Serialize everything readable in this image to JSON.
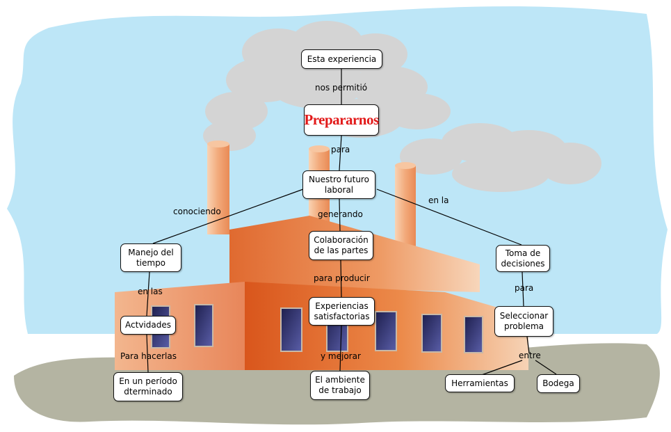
{
  "concept_map": {
    "nodes": {
      "esta_experiencia": "Esta experiencia",
      "prepararnos": "Prepararnos",
      "nuestro_futuro": "Nuestro futuro\nlaboral",
      "manejo_tiempo": "Manejo del\ntiempo",
      "colaboracion": "Colaboración\nde las partes",
      "toma_decisiones": "Toma de\ndecisiones",
      "actividades": "Actvidades",
      "experiencias": "Experiencias\nsatisfactorias",
      "seleccionar": "Seleccionar\nproblema",
      "periodo": "En un período\ndterminado",
      "ambiente": "El ambiente\nde trabajo",
      "herramientas": "Herramientas",
      "bodega": "Bodega"
    },
    "links": {
      "nos_permitio": "nos permitió",
      "para_1": "para",
      "conociendo": "conociendo",
      "generando": "generando",
      "en_la": "en la",
      "en_las": "en las",
      "para_producir": "para producir",
      "para_2": "para",
      "para_hacerlas": "Para hacerlas",
      "y_mejorar": "y mejorar",
      "entre": "entre"
    }
  },
  "colors": {
    "sky": "#bde6f7",
    "smoke": "#d4d4d4",
    "factory_orange": "#e6692a",
    "factory_light": "#f3b88f",
    "ground": "#b3b3a0",
    "window": "#2c2f66",
    "title_red": "#e21a1a"
  }
}
